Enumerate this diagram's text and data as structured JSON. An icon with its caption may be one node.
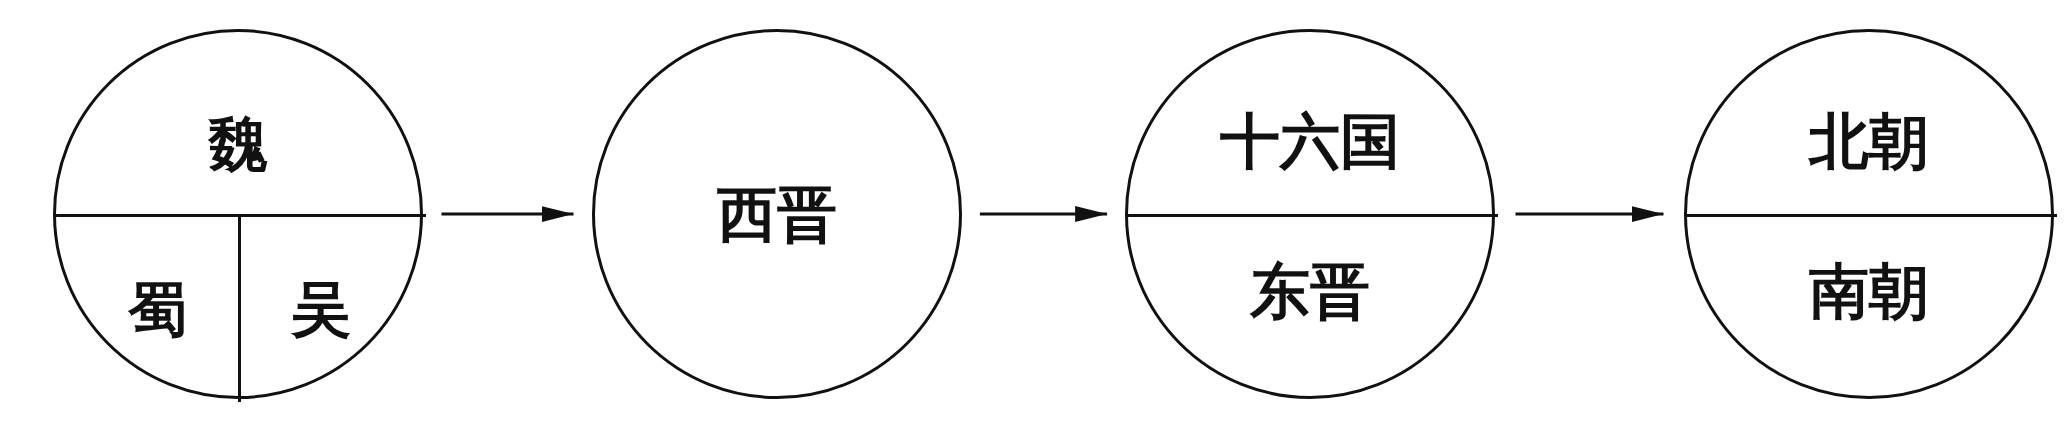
{
  "diagram": {
    "nodes": [
      {
        "text": [
          "魏",
          "蜀",
          "吴"
        ]
      },
      {
        "text": [
          "西晋"
        ]
      },
      {
        "text": [
          "十六国",
          "东晋"
        ]
      },
      {
        "text": [
          "北朝",
          "南朝"
        ]
      }
    ],
    "edges": [
      {
        "from": 0,
        "to": 1,
        "arrow": "to"
      },
      {
        "from": 1,
        "to": 2,
        "arrow": "to"
      },
      {
        "from": 2,
        "to": 3,
        "arrow": "to"
      }
    ]
  }
}
